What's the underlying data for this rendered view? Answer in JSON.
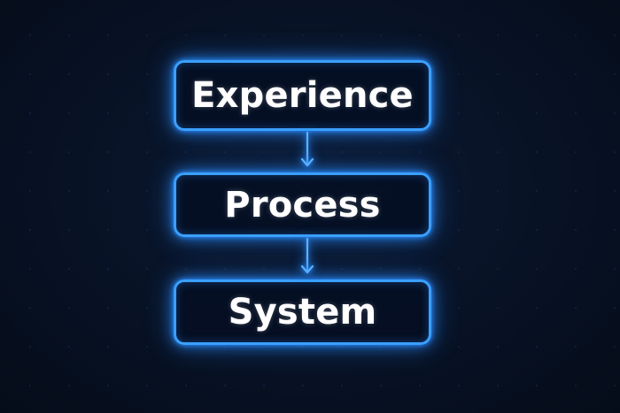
{
  "diagram": {
    "nodes": [
      {
        "id": "experience",
        "label": "Experience"
      },
      {
        "id": "process",
        "label": "Process"
      },
      {
        "id": "system",
        "label": "System"
      }
    ],
    "edges": [
      {
        "from": "experience",
        "to": "process"
      },
      {
        "from": "process",
        "to": "system"
      }
    ]
  },
  "colors": {
    "background": "#081225",
    "neon_blue": "#3aa0ff",
    "text": "#ffffff"
  },
  "icons": [
    "arrow-down-icon"
  ]
}
